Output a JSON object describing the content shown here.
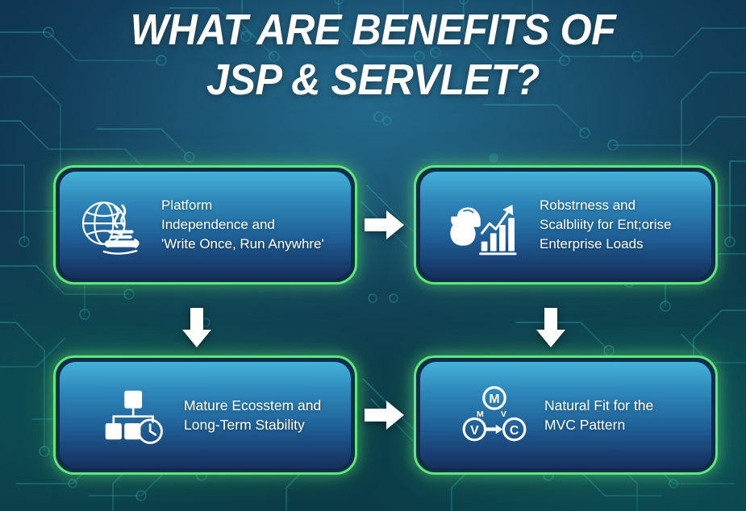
{
  "header": {
    "title_line_1": "WHAT ARE BENEFITS OF",
    "title_line_2": "JSP & SERVLET?"
  },
  "theme": {
    "background_dark": "#0e3450",
    "background_teal": "#0a3c44",
    "card_border_green": "#5fe877",
    "card_gradient_top": "#45b2d8",
    "card_gradient_bottom": "#16315e",
    "text_color": "#ffffff",
    "circuit_trace_color": "#1d8f8a"
  },
  "cards": [
    {
      "id": "platform-independence",
      "icon": "globe-java-cup-icon",
      "text": "Platform\nIndependence and\n'Write Once, Run Anywhre'"
    },
    {
      "id": "robustness-scalability",
      "icon": "muscle-bar-chart-icon",
      "text": "Robstrness and\nScalbliity for Ent;orise\nEnterprise Loads"
    },
    {
      "id": "mature-ecosystem",
      "icon": "hierarchy-clock-icon",
      "text": "Mature Ecosstem and\nLong-Term Stability"
    },
    {
      "id": "mvc-pattern",
      "icon": "mvc-diagram-icon",
      "text": "Natural Fit for the\nMVC Pattern"
    }
  ],
  "mvc_icon": {
    "node_model": "M",
    "node_view": "V",
    "node_controller": "C",
    "edge_label_left": "M",
    "edge_label_right": "V"
  },
  "arrows": [
    {
      "id": "arrow-right-top",
      "direction": "right",
      "from": "platform-independence",
      "to": "robustness-scalability"
    },
    {
      "id": "arrow-down-left",
      "direction": "down",
      "from": "platform-independence",
      "to": "mature-ecosystem"
    },
    {
      "id": "arrow-down-right",
      "direction": "down",
      "from": "robustness-scalability",
      "to": "mvc-pattern"
    },
    {
      "id": "arrow-right-bottom",
      "direction": "right",
      "from": "mature-ecosystem",
      "to": "mvc-pattern"
    }
  ]
}
